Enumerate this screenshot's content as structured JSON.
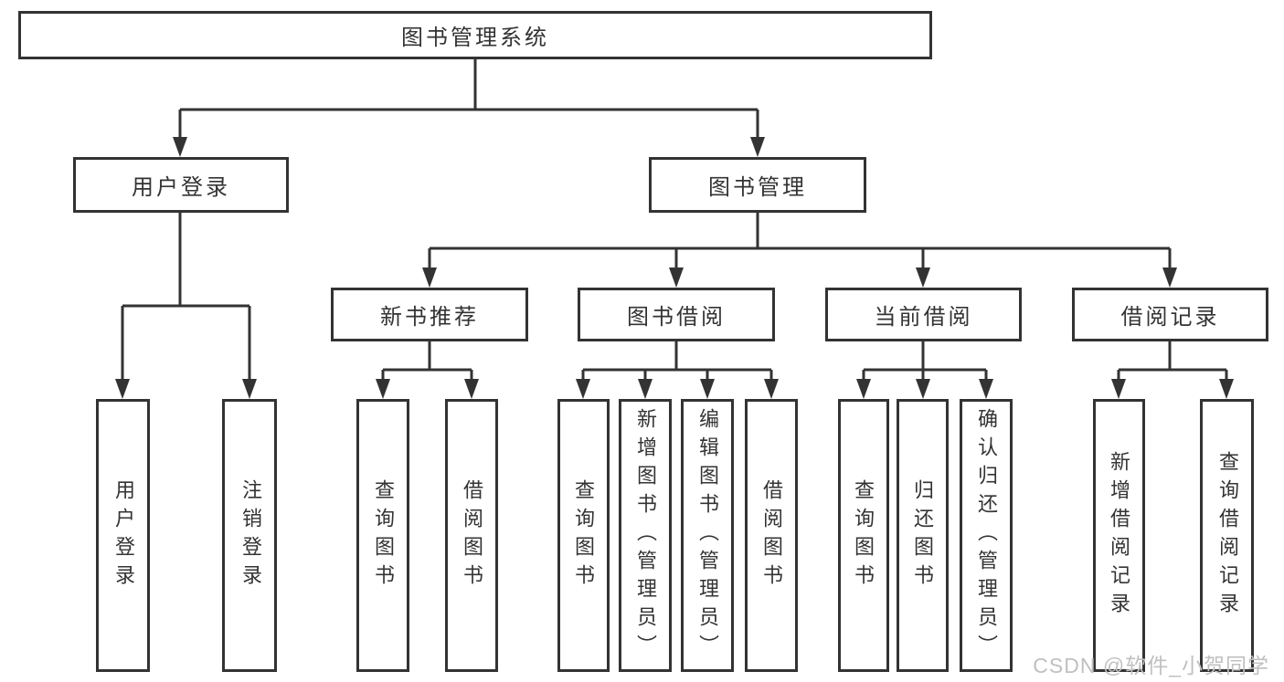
{
  "diagram_type": "tree",
  "tree": {
    "label": "图书管理系统",
    "children": [
      {
        "label": "用户登录",
        "children": [
          {
            "label": "用户登录"
          },
          {
            "label": "注销登录"
          }
        ]
      },
      {
        "label": "图书管理",
        "children": [
          {
            "label": "新书推荐",
            "children": [
              {
                "label": "查询图书"
              },
              {
                "label": "借阅图书"
              }
            ]
          },
          {
            "label": "图书借阅",
            "children": [
              {
                "label": "查询图书"
              },
              {
                "label": "新增图书（管理员）"
              },
              {
                "label": "编辑图书（管理员）"
              },
              {
                "label": "借阅图书"
              }
            ]
          },
          {
            "label": "当前借阅",
            "children": [
              {
                "label": "查询图书"
              },
              {
                "label": "归还图书"
              },
              {
                "label": "确认归还（管理员）"
              }
            ]
          },
          {
            "label": "借阅记录",
            "children": [
              {
                "label": "新增借阅记录"
              },
              {
                "label": "查询借阅记录"
              }
            ]
          }
        ]
      }
    ]
  },
  "watermark": "CSDN @软件_小贺同学",
  "colors": {
    "line": "#333333",
    "text": "#333333",
    "watermark": "#c0c0c0",
    "background": "#ffffff"
  }
}
